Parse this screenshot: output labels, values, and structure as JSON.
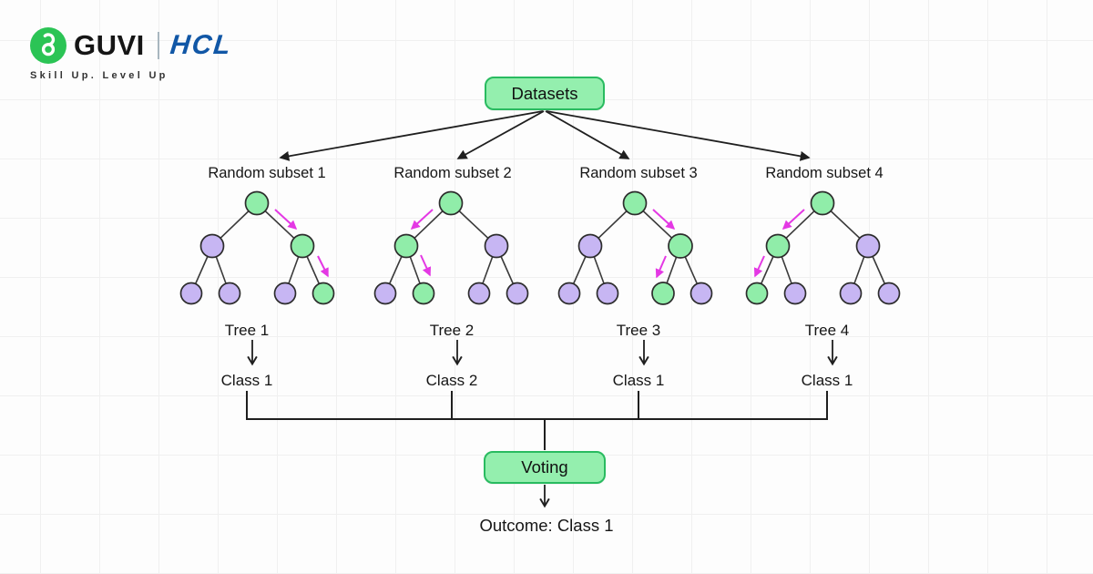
{
  "logo": {
    "brand": "GUVI",
    "partner": "HCL",
    "tagline": "Skill Up. Level Up"
  },
  "flow": {
    "datasets_label": "Datasets",
    "voting_label": "Voting",
    "outcome_label": "Outcome: Class 1"
  },
  "subsets": [
    {
      "label": "Random subset 1",
      "tree_label": "Tree 1",
      "class_label": "Class 1"
    },
    {
      "label": "Random subset 2",
      "tree_label": "Tree 2",
      "class_label": "Class 2"
    },
    {
      "label": "Random subset 3",
      "tree_label": "Tree 3",
      "class_label": "Class 1"
    },
    {
      "label": "Random subset 4",
      "tree_label": "Tree 4",
      "class_label": "Class 1"
    }
  ],
  "trees": [
    {
      "root": "#90eda9",
      "mids": [
        "#c7b6f3",
        "#90eda9"
      ],
      "leaves": [
        "#c7b6f3",
        "#c7b6f3",
        "#c7b6f3",
        "#90eda9"
      ]
    },
    {
      "root": "#90eda9",
      "mids": [
        "#90eda9",
        "#c7b6f3"
      ],
      "leaves": [
        "#c7b6f3",
        "#90eda9",
        "#c7b6f3",
        "#c7b6f3"
      ]
    },
    {
      "root": "#90eda9",
      "mids": [
        "#c7b6f3",
        "#90eda9"
      ],
      "leaves": [
        "#c7b6f3",
        "#c7b6f3",
        "#90eda9",
        "#c7b6f3"
      ]
    },
    {
      "root": "#90eda9",
      "mids": [
        "#90eda9",
        "#c7b6f3"
      ],
      "leaves": [
        "#90eda9",
        "#c7b6f3",
        "#c7b6f3",
        "#c7b6f3"
      ]
    }
  ],
  "colors": {
    "node_green": "#90eda9",
    "node_purple": "#c7b6f3",
    "box_fill": "#94efae",
    "box_border": "#29bb60",
    "highlight_magenta": "#e438e4",
    "line_black": "#1f1f1f",
    "guvi_green": "#2bc455",
    "hcl_blue": "#1157a6",
    "background": "#fdfdfd"
  }
}
